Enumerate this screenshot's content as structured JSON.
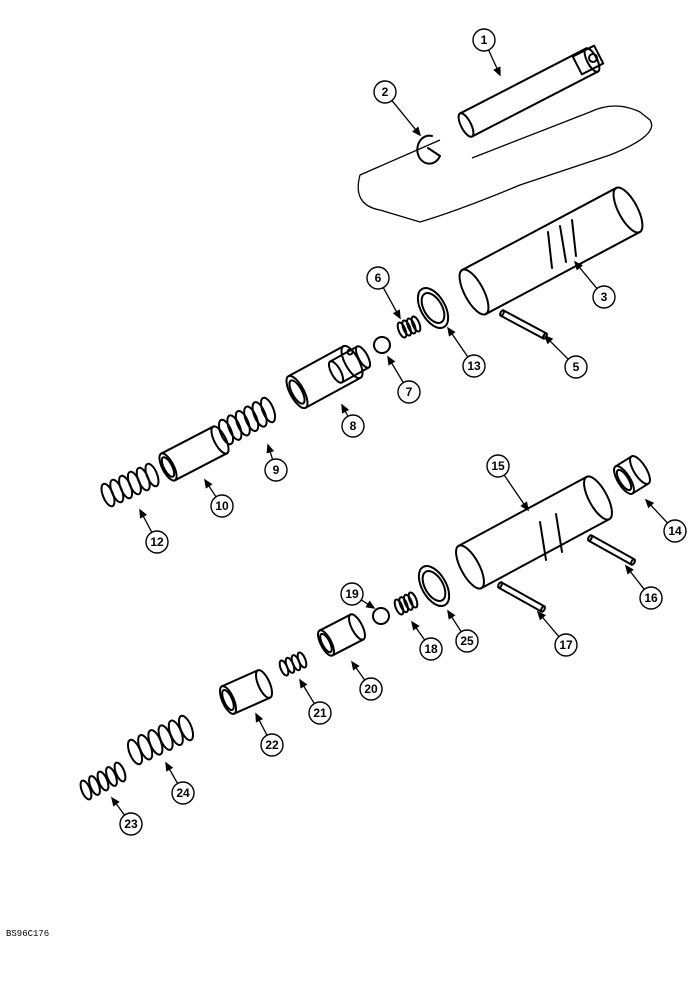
{
  "drawing_code": "BS96C176",
  "callouts": [
    "1",
    "2",
    "3",
    "5",
    "6",
    "7",
    "8",
    "9",
    "10",
    "12",
    "13",
    "14",
    "15",
    "16",
    "17",
    "18",
    "19",
    "20",
    "21",
    "22",
    "23",
    "24",
    "25"
  ],
  "parts": [
    "shaft",
    "snap-ring",
    "valve-body",
    "roll-pin",
    "spring",
    "ball",
    "spool",
    "spring",
    "sleeve",
    "spring",
    "seal-ring",
    "cap",
    "valve-body",
    "roll-pin",
    "roll-pin",
    "spring",
    "ball",
    "spool",
    "spring",
    "sleeve",
    "spring",
    "spring",
    "seal-ring"
  ]
}
